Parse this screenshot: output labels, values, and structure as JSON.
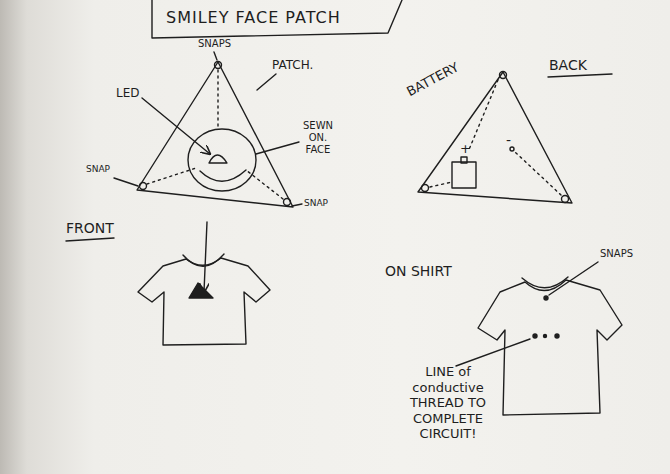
{
  "diagram": {
    "title": "SMILEY FACE PATCH",
    "labels": [
      "SNAPS",
      "PATCH.",
      "LED",
      "SEWN ON. FACE",
      "SNAP",
      "SNAP",
      "FRONT",
      "BATTERY",
      "BACK",
      "+",
      "-",
      "ON SHIRT",
      "SNAPS",
      "LINE of conductive THREAD TO COMPLETE CIRCUIT!"
    ]
  }
}
